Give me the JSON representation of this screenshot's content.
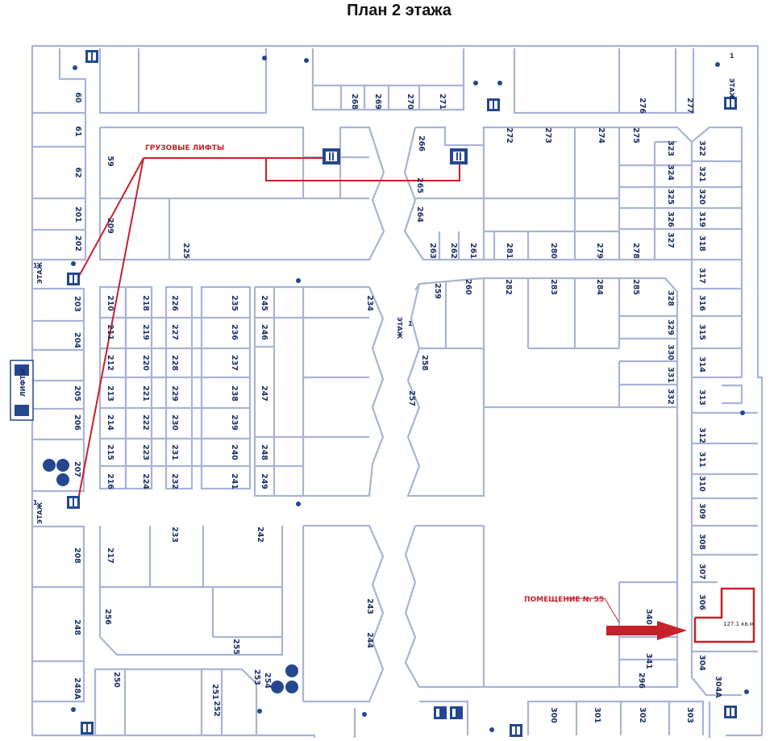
{
  "title": "План 2 этажа",
  "annotations": {
    "freight_lifts": "ГРУЗОВЫЕ ЛИФТЫ",
    "premises": "ПОМЕЩЕНИЕ № 55",
    "area": "127.1 кв.м"
  },
  "elevators_label": "ЛИФТЫ",
  "floor_marker": {
    "number": "1",
    "word": "ЭТАЖ"
  },
  "colors": {
    "walls": "#a9b3d6",
    "labels": "#1c2f66",
    "highlight": "#c8202a",
    "icons": "#24478f"
  },
  "units": [
    "60",
    "61",
    "62",
    "201",
    "202",
    "203",
    "204",
    "205",
    "206",
    "207",
    "208",
    "248",
    "248А",
    "59",
    "209",
    "210",
    "211",
    "212",
    "213",
    "214",
    "215",
    "216",
    "217",
    "218",
    "219",
    "220",
    "221",
    "222",
    "223",
    "224",
    "225",
    "226",
    "227",
    "228",
    "229",
    "230",
    "231",
    "232",
    "233",
    "234",
    "235",
    "236",
    "237",
    "238",
    "239",
    "240",
    "241",
    "242",
    "243",
    "244",
    "245",
    "246",
    "247",
    "248",
    "249",
    "250",
    "251",
    "252",
    "253",
    "254",
    "255",
    "256",
    "257",
    "258",
    "259",
    "260",
    "261",
    "262",
    "263",
    "264",
    "265",
    "266",
    "268",
    "269",
    "270",
    "271",
    "272",
    "273",
    "274",
    "275",
    "276",
    "277",
    "278",
    "279",
    "280",
    "281",
    "282",
    "283",
    "284",
    "285",
    "296",
    "300",
    "301",
    "302",
    "303",
    "304",
    "304А",
    "306",
    "307",
    "308",
    "309",
    "310",
    "311",
    "312",
    "313",
    "314",
    "315",
    "316",
    "317",
    "318",
    "319",
    "320",
    "321",
    "322",
    "323",
    "324",
    "325",
    "326",
    "327",
    "328",
    "329",
    "330",
    "331",
    "332",
    "340",
    "341"
  ]
}
